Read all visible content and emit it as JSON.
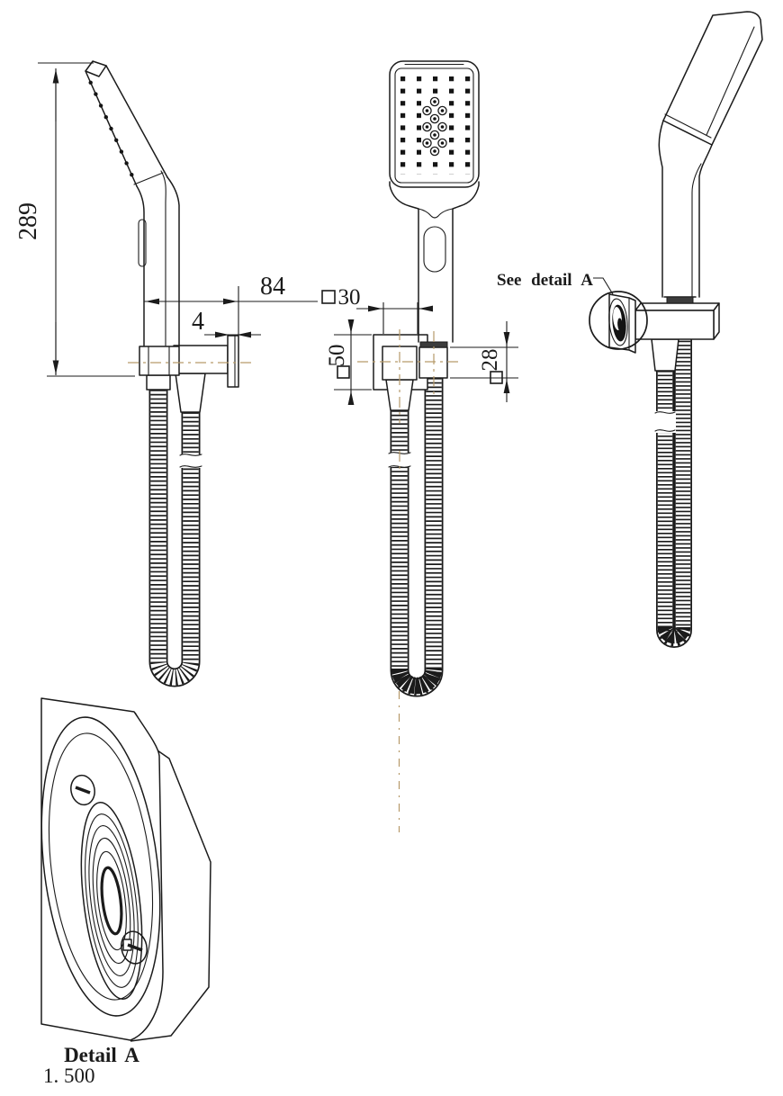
{
  "dimensions": {
    "overall_height": "289",
    "bracket_reach": "84",
    "flange_offset": "4",
    "square_symbol": "□",
    "holder_width": "30",
    "plate_size": "50",
    "connector_size": "28"
  },
  "labels": {
    "see_detail": "See detail A",
    "detail_title": "Detail A",
    "detail_scale": "1. 500"
  },
  "colors": {
    "line": "#1b1b1b",
    "centerline": "#b69a6a",
    "dark_fill": "#3c3c3c",
    "background": "#ffffff"
  }
}
